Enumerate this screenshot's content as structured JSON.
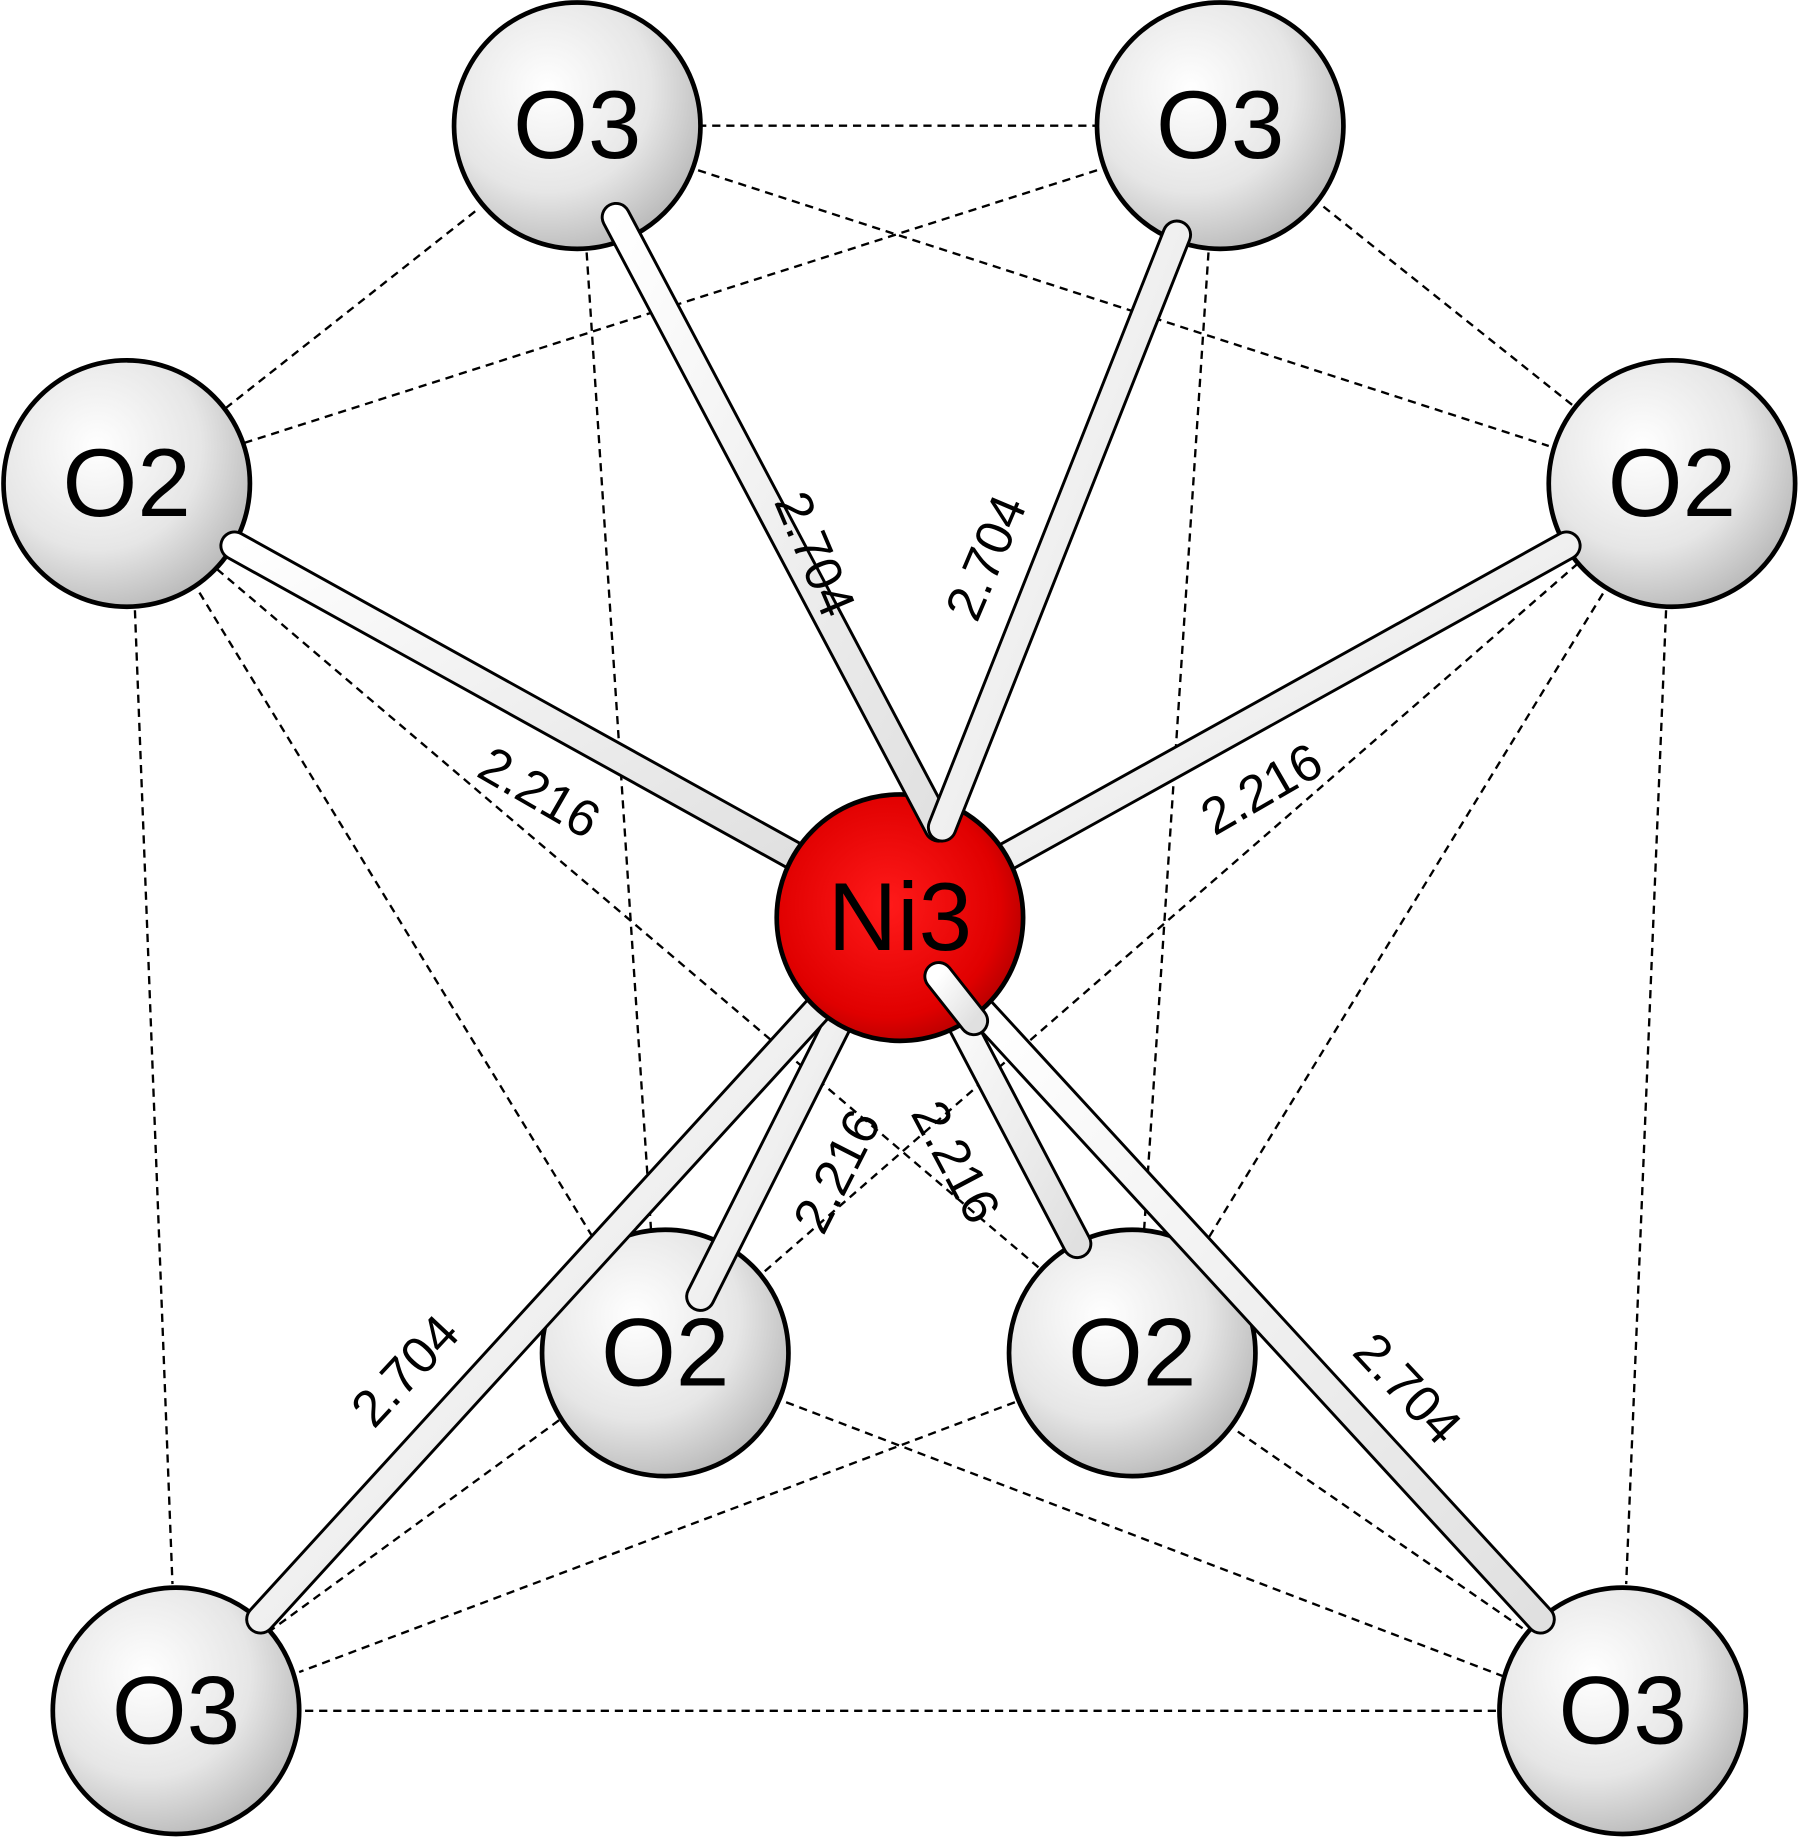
{
  "title": "Ni3 coordination polyhedron",
  "colors": {
    "oxygen": "#e8e8e8",
    "nickel": "#ff0000",
    "bond": "#f2f2f2"
  },
  "atoms": {
    "ni3": "Ni3",
    "o3_tl": "O3",
    "o3_tr": "O3",
    "o2_l": "O2",
    "o2_r": "O2",
    "o2_bl": "O2",
    "o2_br": "O2",
    "o3_bl": "O3",
    "o3_br": "O3"
  },
  "bonds": {
    "ni_o3_tl": "2.704",
    "ni_o3_tr": "2.704",
    "ni_o2_l": "2.216",
    "ni_o2_r": "2.216",
    "ni_o2_bl": "2.216",
    "ni_o2_br": "2.216",
    "ni_o3_bl": "2.704",
    "ni_o3_br": "2.704"
  }
}
